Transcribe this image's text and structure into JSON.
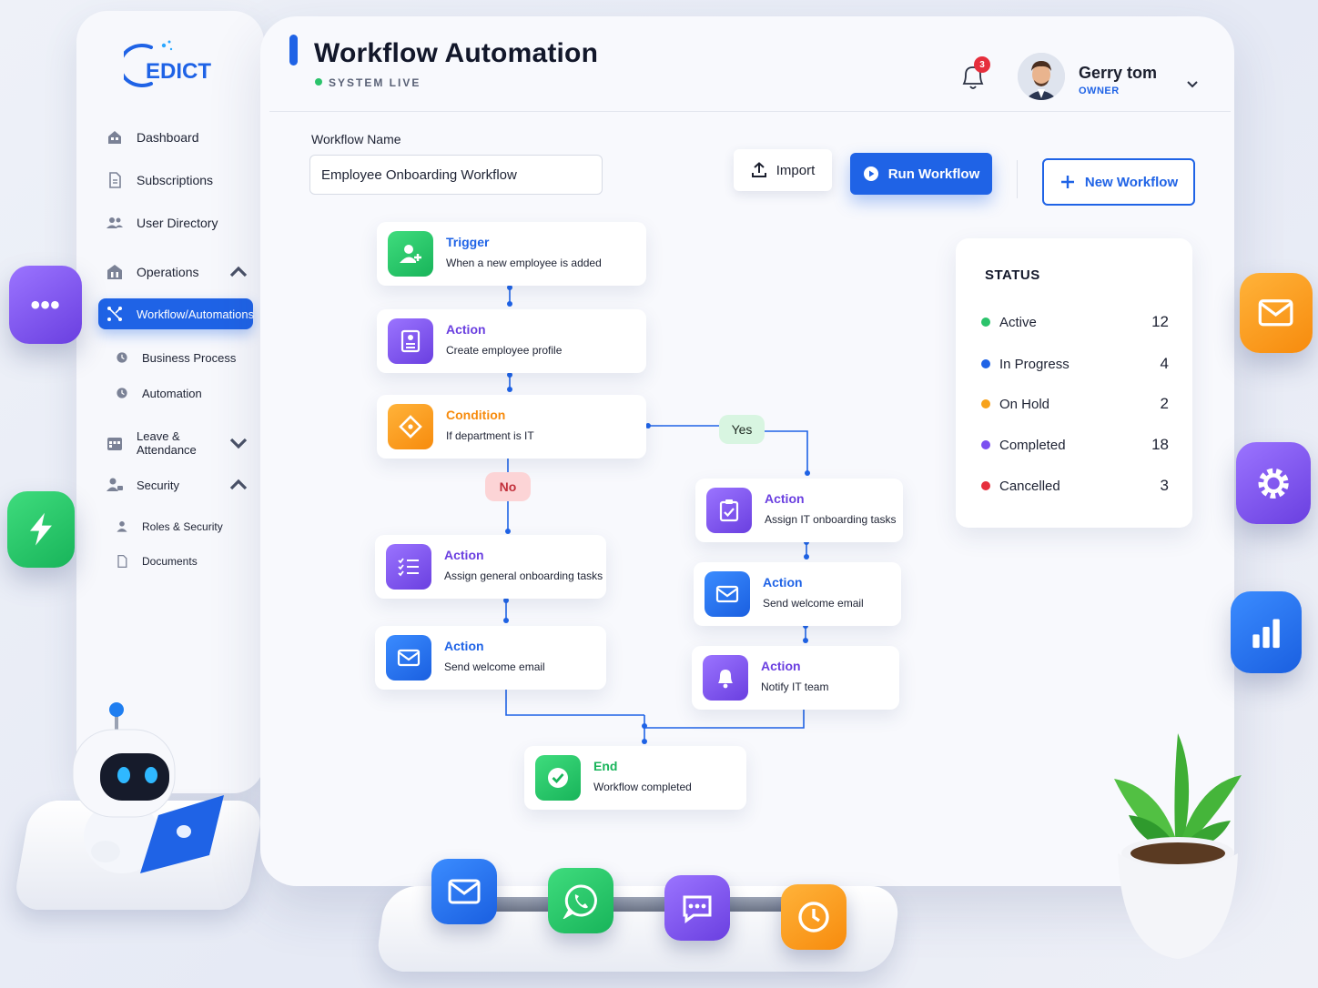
{
  "app": {
    "logo_text": "EDICT"
  },
  "sidebar": {
    "items": [
      {
        "label": "Dashboard",
        "icon": "dashboard-icon"
      },
      {
        "label": "Subscriptions",
        "icon": "document-icon"
      },
      {
        "label": "User Directory",
        "icon": "users-icon"
      },
      {
        "label": "Operations",
        "icon": "operations-icon",
        "expanded": true
      },
      {
        "label": "Workflow/Automations",
        "icon": "workflow-icon",
        "active": true
      },
      {
        "label": "Business Process",
        "icon": "clock-icon"
      },
      {
        "label": "Automation",
        "icon": "clock-icon"
      },
      {
        "label": "Leave & Attendance",
        "icon": "calendar-icon",
        "expanded": false
      },
      {
        "label": "Security",
        "icon": "user-lock-icon",
        "expanded": true
      },
      {
        "label": "Roles & Security",
        "icon": "user-icon"
      },
      {
        "label": "Documents",
        "icon": "file-icon"
      }
    ]
  },
  "header": {
    "title": "Workflow Automation",
    "status_text": "SYSTEM LIVE",
    "notifications_count": "3",
    "user": {
      "name": "Gerry tom",
      "role": "OWNER"
    }
  },
  "form": {
    "workflow_name_label": "Workflow Name",
    "workflow_name_value": "Employee Onboarding Workflow"
  },
  "toolbar": {
    "import_label": "Import",
    "run_label": "Run Workflow",
    "new_label": "New Workflow"
  },
  "flow": {
    "trigger": {
      "title": "Trigger",
      "desc": "When a new employee is added"
    },
    "action_profile": {
      "title": "Action",
      "desc": "Create employee profile"
    },
    "condition": {
      "title": "Condition",
      "desc": "If department is IT"
    },
    "yes_label": "Yes",
    "no_label": "No",
    "no_branch": [
      {
        "title": "Action",
        "desc": "Assign general onboarding tasks"
      },
      {
        "title": "Action",
        "desc": "Send welcome email"
      }
    ],
    "yes_branch": [
      {
        "title": "Action",
        "desc": "Assign IT onboarding tasks"
      },
      {
        "title": "Action",
        "desc": "Send welcome email"
      },
      {
        "title": "Action",
        "desc": "Notify IT team"
      }
    ],
    "end": {
      "title": "End",
      "desc": "Workflow completed"
    }
  },
  "status": {
    "title": "STATUS",
    "rows": [
      {
        "label": "Active",
        "count": "12",
        "color": "#2bc36b"
      },
      {
        "label": "In Progress",
        "count": "4",
        "color": "#1f63e6"
      },
      {
        "label": "On Hold",
        "count": "2",
        "color": "#f7a21b"
      },
      {
        "label": "Completed",
        "count": "18",
        "color": "#7b4ff0"
      },
      {
        "label": "Cancelled",
        "count": "3",
        "color": "#e62e3c"
      }
    ]
  },
  "colors": {
    "accent": "#1f63e6",
    "trigger_title": "#1f63e6",
    "action_title": "#6a3fe0",
    "condition_title": "#f78b0d",
    "end_title": "#18b45a"
  },
  "integrations": [
    "mail-icon",
    "whatsapp-icon",
    "chat-icon",
    "clock-icon"
  ]
}
